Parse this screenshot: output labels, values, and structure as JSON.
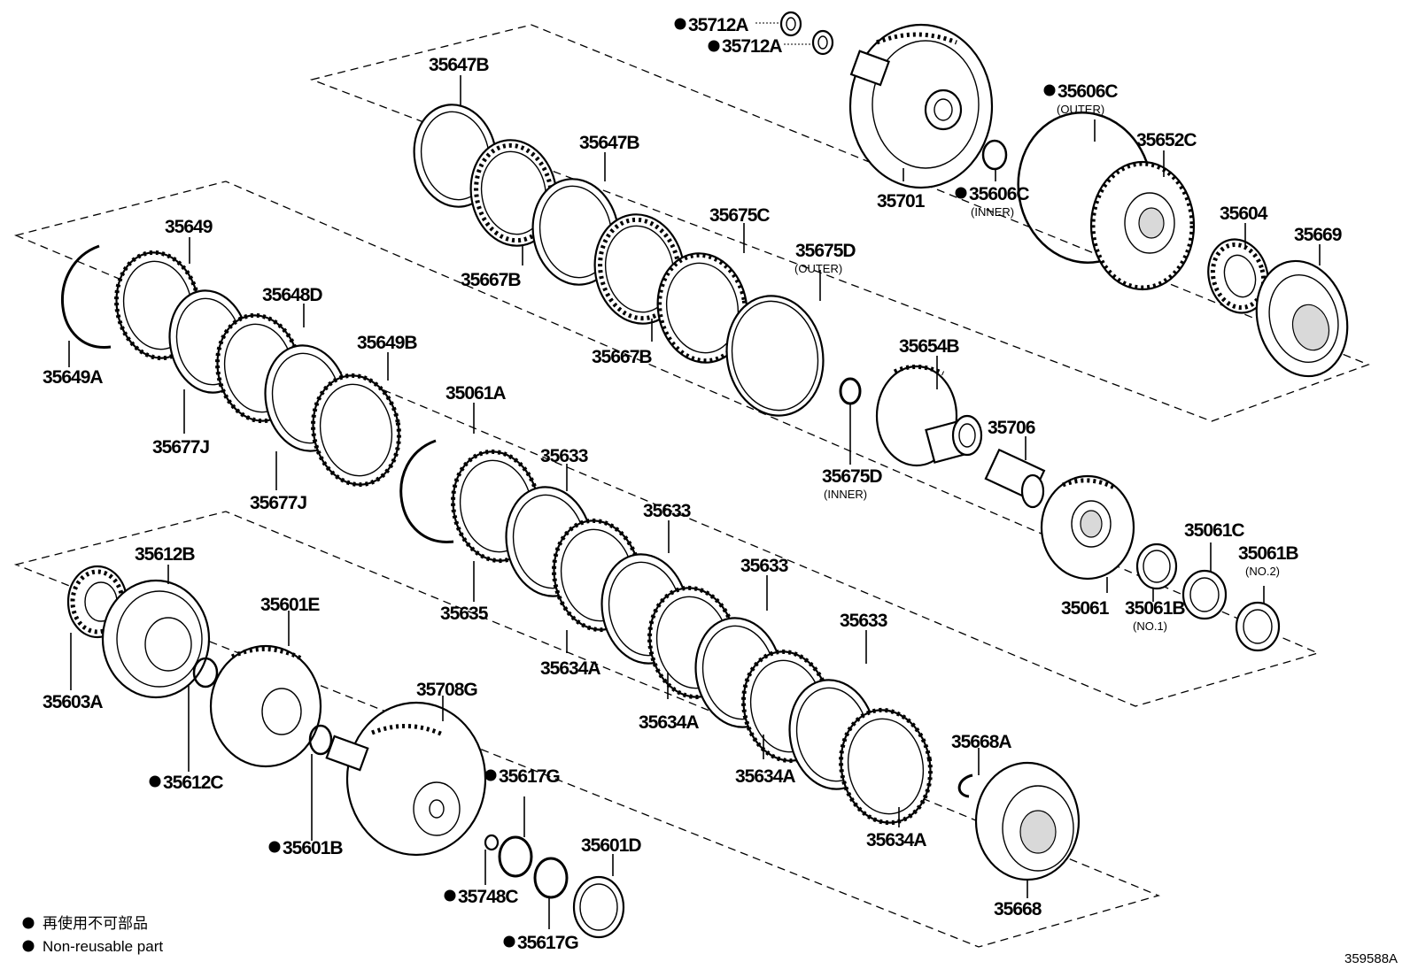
{
  "diagram": {
    "labels": {
      "l35712A_1": "35712A",
      "l35712A_2": "35712A",
      "l35647B_1": "35647B",
      "l35647B_2": "35647B",
      "l35606C_outer": "35606C",
      "l35606C_outer_sub": "(OUTER)",
      "l35652C": "35652C",
      "l35701": "35701",
      "l35606C_inner": "35606C",
      "l35606C_inner_sub": "(INNER)",
      "l35604": "35604",
      "l35669": "35669",
      "l35649": "35649",
      "l35675C": "35675C",
      "l35675D_outer": "35675D",
      "l35675D_outer_sub": "(OUTER)",
      "l35667B_1": "35667B",
      "l35667B_2": "35667B",
      "l35648D": "35648D",
      "l35649B": "35649B",
      "l35649A": "35649A",
      "l35654B": "35654B",
      "l35061A": "35061A",
      "l35677J_1": "35677J",
      "l35677J_2": "35677J",
      "l35706": "35706",
      "l35675D_inner": "35675D",
      "l35675D_inner_sub": "(INNER)",
      "l35633_1": "35633",
      "l35633_2": "35633",
      "l35633_3": "35633",
      "l35633_4": "35633",
      "l35061C": "35061C",
      "l35061B_no2": "35061B",
      "l35061B_no2_sub": "(NO.2)",
      "l35612B": "35612B",
      "l35061": "35061",
      "l35061B_no1": "35061B",
      "l35061B_no1_sub": "(NO.1)",
      "l35635": "35635",
      "l35601E": "35601E",
      "l35634A_1": "35634A",
      "l35634A_2": "35634A",
      "l35634A_3": "35634A",
      "l35634A_4": "35634A",
      "l35603A": "35603A",
      "l35708G": "35708G",
      "l35668A": "35668A",
      "l35612C": "35612C",
      "l35617G_1": "35617G",
      "l35617G_2": "35617G",
      "l35601B": "35601B",
      "l35601D": "35601D",
      "l35748C": "35748C",
      "l35668": "35668"
    },
    "legend": {
      "line_ja": "再使用不可部品",
      "line_en": "Non-reusable part"
    },
    "reference": "359588A"
  }
}
